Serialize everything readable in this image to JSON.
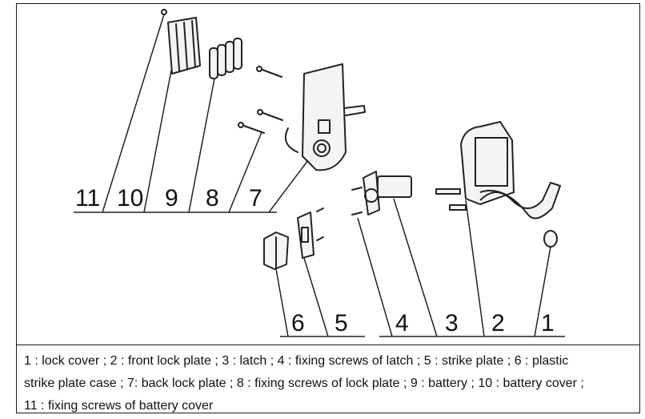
{
  "labels": [
    "11",
    "10",
    "9",
    "8",
    "7",
    "6",
    "5",
    "4",
    "3",
    "2",
    "1"
  ],
  "legend": {
    "line1": "1 : lock cover ; 2 : front lock plate ; 3 : latch ; 4 : fixing screws of latch ; 5 : strike plate ; 6 : plastic",
    "line2": "strike plate case ; 7: back lock plate ; 8 : fixing screws of lock plate ; 9 : battery ; 10 : battery cover ;",
    "line3": "11 : fixing screws of battery cover"
  },
  "parts": {
    "p1": "lock cover",
    "p2": "front lock plate",
    "p3": "latch",
    "p4": "fixing screws of latch",
    "p5": "strike plate",
    "p6": "plastic strike plate case",
    "p7": "back lock plate",
    "p8": "fixing screws of lock plate",
    "p9": "battery",
    "p10": "battery cover",
    "p11": "fixing screws of battery cover"
  }
}
